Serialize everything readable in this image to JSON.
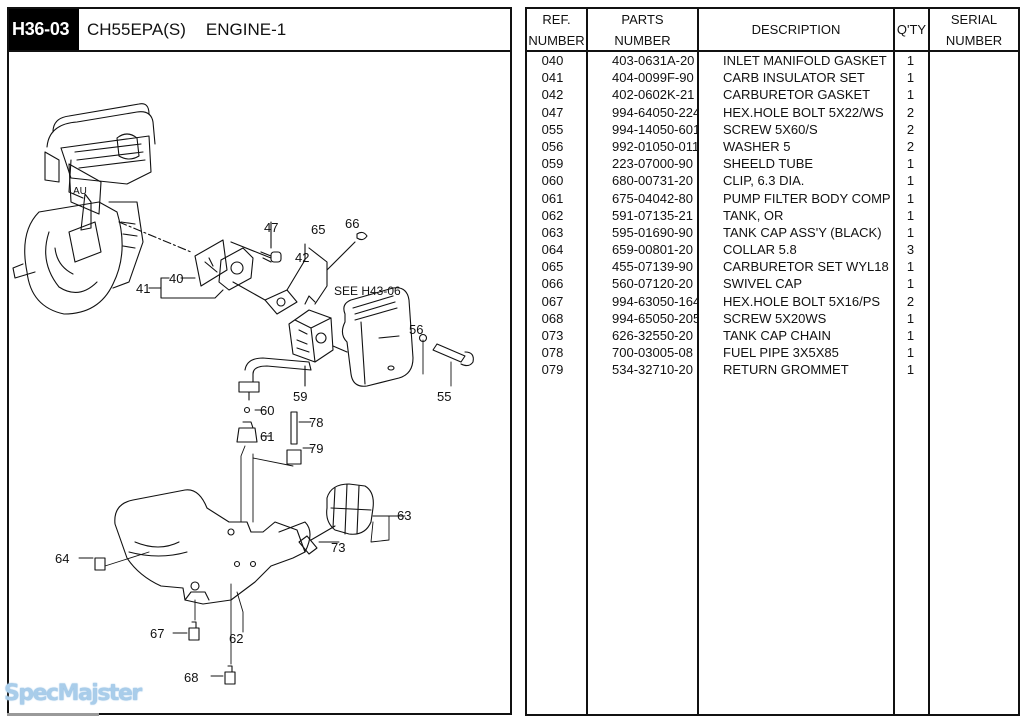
{
  "header": {
    "page_code": "H36-03",
    "model": "CH55EPA(S)",
    "section": "ENGINE-1"
  },
  "diagram": {
    "callouts": [
      "40",
      "41",
      "47",
      "42",
      "65",
      "66",
      "SEE H43-06",
      "56",
      "55",
      "59",
      "60",
      "61",
      "78",
      "79",
      "63",
      "73",
      "64",
      "62",
      "67",
      "68"
    ]
  },
  "table": {
    "columns": [
      {
        "line1": "REF.",
        "line2": "NUMBER"
      },
      {
        "line1": "PARTS",
        "line2": "NUMBER"
      },
      {
        "line1": "DESCRIPTION",
        "line2": ""
      },
      {
        "line1": "Q'TY",
        "line2": ""
      },
      {
        "line1": "SERIAL",
        "line2": "NUMBER"
      }
    ],
    "rows": [
      {
        "ref": "040",
        "part": "403-0631A-20",
        "desc": "INLET MANIFOLD GASKET",
        "qty": "1",
        "serial": ""
      },
      {
        "ref": "041",
        "part": "404-0099F-90",
        "desc": "CARB INSULATOR SET",
        "qty": "1",
        "serial": ""
      },
      {
        "ref": "042",
        "part": "402-0602K-21",
        "desc": "CARBURETOR GASKET",
        "qty": "1",
        "serial": ""
      },
      {
        "ref": "047",
        "part": "994-64050-224",
        "desc": "HEX.HOLE BOLT 5X22/WS",
        "qty": "2",
        "serial": ""
      },
      {
        "ref": "055",
        "part": "994-14050-601",
        "desc": "SCREW 5X60/S",
        "qty": "2",
        "serial": ""
      },
      {
        "ref": "056",
        "part": "992-01050-011",
        "desc": "WASHER 5",
        "qty": "2",
        "serial": ""
      },
      {
        "ref": "059",
        "part": "223-07000-90",
        "desc": "SHEELD TUBE",
        "qty": "1",
        "serial": ""
      },
      {
        "ref": "060",
        "part": "680-00731-20",
        "desc": "CLIP, 6.3 DIA.",
        "qty": "1",
        "serial": ""
      },
      {
        "ref": "061",
        "part": "675-04042-80",
        "desc": "PUMP FILTER BODY COMP",
        "qty": "1",
        "serial": ""
      },
      {
        "ref": "062",
        "part": "591-07135-21",
        "desc": "TANK, OR",
        "qty": "1",
        "serial": ""
      },
      {
        "ref": "063",
        "part": "595-01690-90",
        "desc": "TANK CAP ASS'Y (BLACK)",
        "qty": "1",
        "serial": ""
      },
      {
        "ref": "064",
        "part": "659-00801-20",
        "desc": "COLLAR 5.8",
        "qty": "3",
        "serial": ""
      },
      {
        "ref": "065",
        "part": "455-07139-90",
        "desc": "CARBURETOR SET WYL18",
        "qty": "1",
        "serial": ""
      },
      {
        "ref": "066",
        "part": "560-07120-20",
        "desc": "SWIVEL CAP",
        "qty": "1",
        "serial": ""
      },
      {
        "ref": "067",
        "part": "994-63050-164",
        "desc": "HEX.HOLE BOLT 5X16/PS",
        "qty": "2",
        "serial": ""
      },
      {
        "ref": "068",
        "part": "994-65050-205",
        "desc": "SCREW 5X20WS",
        "qty": "1",
        "serial": ""
      },
      {
        "ref": "073",
        "part": "626-32550-20",
        "desc": "TANK CAP CHAIN",
        "qty": "1",
        "serial": ""
      },
      {
        "ref": "078",
        "part": "700-03005-08",
        "desc": "FUEL PIPE 3X5X85",
        "qty": "1",
        "serial": ""
      },
      {
        "ref": "079",
        "part": "534-32710-20",
        "desc": "RETURN GROMMET",
        "qty": "1",
        "serial": ""
      }
    ]
  },
  "watermark": "SpecMajster"
}
